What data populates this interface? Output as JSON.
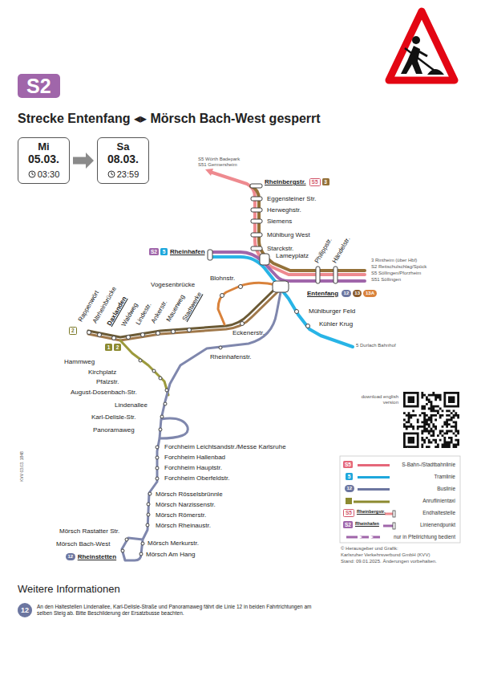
{
  "diagram": {
    "title": "Strecke Entenfang ◂▸ Mörsch Bach-West gesperrt",
    "nodes": [
      {
        "text": [
          "S2"
        ]
      },
      {
        "text": [
          "Mi",
          "05.03.",
          "03:30"
        ]
      },
      {
        "text": [
          "Sa",
          "08.03.",
          "23:59"
        ]
      },
      {
        "text": [
          "S5"
        ]
      },
      {
        "text": [
          "3"
        ]
      },
      {
        "text": [
          "S2"
        ]
      },
      {
        "text": [
          "5"
        ]
      },
      {
        "text": [
          "12"
        ]
      },
      {
        "text": [
          "13"
        ]
      },
      {
        "text": [
          "13A"
        ]
      },
      {
        "text": [
          "1"
        ]
      },
      {
        "text": [
          "2"
        ]
      },
      {
        "text": [
          "2"
        ]
      },
      {
        "text": [
          "12"
        ]
      },
      {
        "text": [
          "S5"
        ]
      },
      {
        "text": [
          "5"
        ]
      },
      {
        "text": [
          "12"
        ]
      },
      {
        "text": [
          "S5"
        ]
      },
      {
        "text": [
          "S2"
        ]
      },
      {
        "text": [
          "12"
        ]
      }
    ],
    "edges": [
      {
        "from": 1,
        "to": 2,
        "arrow": "to"
      }
    ],
    "labels": [
      "S5 Wörth Badepark",
      "S51 Germersheim",
      "Rheinbergstr.",
      "Eggensteiner Str.",
      "Herweghstr.",
      "Siemens",
      "Mühlburg West",
      "Starckstr.",
      "Lameyplatz",
      "Philippstr.",
      "Händelstr.",
      "3 Rintheim (über Hbf)",
      "S2 Reitschulschlag/Spöck",
      "S5 Söllingen/Pforzheim",
      "S51 Söllingen",
      "Rheinhafen",
      "Blohnstr.",
      "Vogesenbrücke",
      "Entenfang",
      "Mühlburger Feld",
      "Kühler Krug",
      "5 Durlach Bahnhof",
      "Eckenerstr.",
      "Rheinhafenstr.",
      "Stadtwerke",
      "Mauerweg",
      "Ankerstr.",
      "Lindestr.",
      "Waldweg",
      "Daxlanden",
      "Altrheinbrücke",
      "Rappenwört",
      "Hammweg",
      "Kirchplatz",
      "Pfalzstr.",
      "August-Dosenbach-Str.",
      "Lindenallee",
      "Karl-Delisle-Str.",
      "Panoramaweg",
      "Forchheim Leichtsandstr./Messe Karlsruhe",
      "Forchheim Hallenbad",
      "Forchheim Hauptstr.",
      "Forchheim Oberfeldstr.",
      "Mörsch Rösselsbrünnle",
      "Mörsch Narzissenstr.",
      "Mörsch Römerstr.",
      "Mörsch Rheinaustr.",
      "Mörsch Rastatter Str.",
      "Mörsch Bach-West",
      "Rheinstetten",
      "Mörsch Merkurstr.",
      "Mörsch Am Hang",
      "download english version",
      "KVV 03.03. 1848",
      "Weitere Informationen",
      "An den Haltestellen Lindenallee, Karl-Delisle-Straße und Panoramaweg fährt die Linie 12 in beiden Fahrtrichtungen am selben Steig ab. Bitte Beschilderung der Ersatzbusse beachten.",
      "Rheinbergstr.",
      "Rheinhafen",
      "© Herausgeber und Grafik:",
      "Karlsruher Verkehrsverbund GmbH (KVV)",
      "Stand: 09.01.2025. Änderungen vorbehalten."
    ],
    "legend": [
      {
        "text": "S-Bahn-/Stadtbahnlinie",
        "color": "#e5677a"
      },
      {
        "text": "Tramlinie",
        "color": "#1ea7dc"
      },
      {
        "text": "Buslinie",
        "color": "#6c76a0"
      },
      {
        "text": "Anruflinientaxi",
        "color": "#8c8a30"
      },
      {
        "text": "Endhaltestelle"
      },
      {
        "text": "Linienendpunkt"
      },
      {
        "text": "nur in Pfeilrichtung bedient"
      }
    ]
  }
}
